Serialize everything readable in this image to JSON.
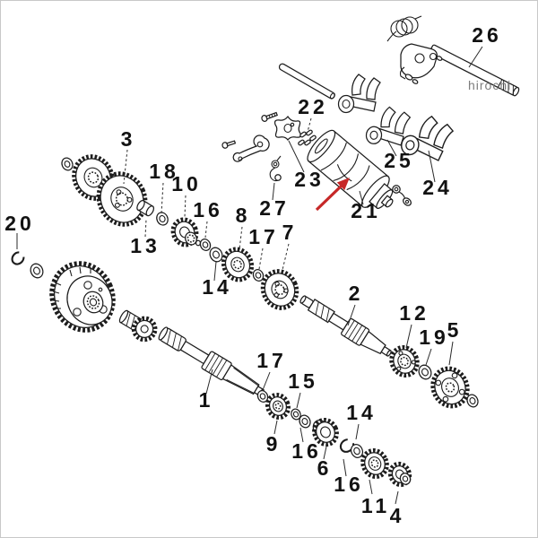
{
  "watermark": "hirochi",
  "diagram": {
    "background": "#ffffff",
    "line_color": "#1d1d1d",
    "border_color": "#c8c8c8",
    "watermark_color": "#7d7d7d",
    "highlight_arrow": {
      "color": "#c62828",
      "points_to_part": "21"
    },
    "labels": [
      {
        "part": "3",
        "text": "3"
      },
      {
        "part": "18",
        "text": "18"
      },
      {
        "part": "10",
        "text": "10"
      },
      {
        "part": "16",
        "text": "16"
      },
      {
        "part": "20",
        "text": "20"
      },
      {
        "part": "13",
        "text": "13"
      },
      {
        "part": "14",
        "text": "14"
      },
      {
        "part": "8",
        "text": "8"
      },
      {
        "part": "17",
        "text": "17"
      },
      {
        "part": "7",
        "text": "7"
      },
      {
        "part": "27",
        "text": "27"
      },
      {
        "part": "23",
        "text": "23"
      },
      {
        "part": "22",
        "text": "22"
      },
      {
        "part": "21",
        "text": "21"
      },
      {
        "part": "25",
        "text": "25"
      },
      {
        "part": "24",
        "text": "24"
      },
      {
        "part": "26",
        "text": "26"
      },
      {
        "part": "2",
        "text": "2"
      },
      {
        "part": "12",
        "text": "12"
      },
      {
        "part": "19",
        "text": "19"
      },
      {
        "part": "5",
        "text": "5"
      },
      {
        "part": "1",
        "text": "1"
      },
      {
        "part": "17",
        "text": "17"
      },
      {
        "part": "15",
        "text": "15"
      },
      {
        "part": "9",
        "text": "9"
      },
      {
        "part": "16",
        "text": "16"
      },
      {
        "part": "6",
        "text": "6"
      },
      {
        "part": "14",
        "text": "14"
      },
      {
        "part": "16",
        "text": "16"
      },
      {
        "part": "11",
        "text": "11"
      },
      {
        "part": "4",
        "text": "4"
      }
    ]
  }
}
